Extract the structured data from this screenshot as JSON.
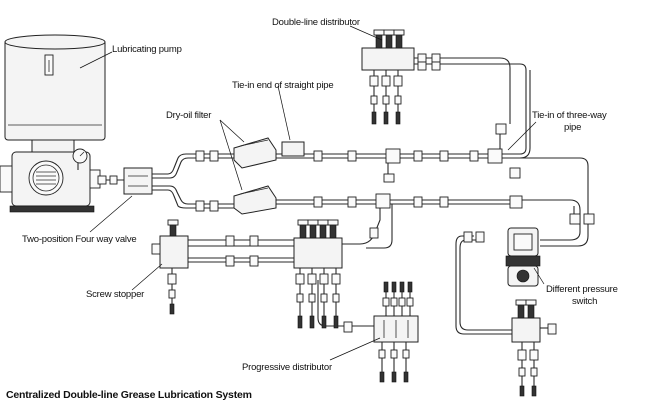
{
  "title": "Centralized Double-line Grease Lubrication System",
  "labels": {
    "lubricating_pump": "Lubricating pump",
    "double_line_distributor": "Double-line distributor",
    "tie_in_straight": "Tie-in end of straight pipe",
    "dry_oil_filter": "Dry-oil filter",
    "tie_in_three_way_1": "Tie-in of three-way",
    "tie_in_three_way_2": "pipe",
    "two_position_valve": "Two-position Four way valve",
    "screw_stopper": "Screw stopper",
    "different_pressure_1": "Different pressure",
    "different_pressure_2": "switch",
    "progressive_distributor": "Progressive distributor"
  }
}
